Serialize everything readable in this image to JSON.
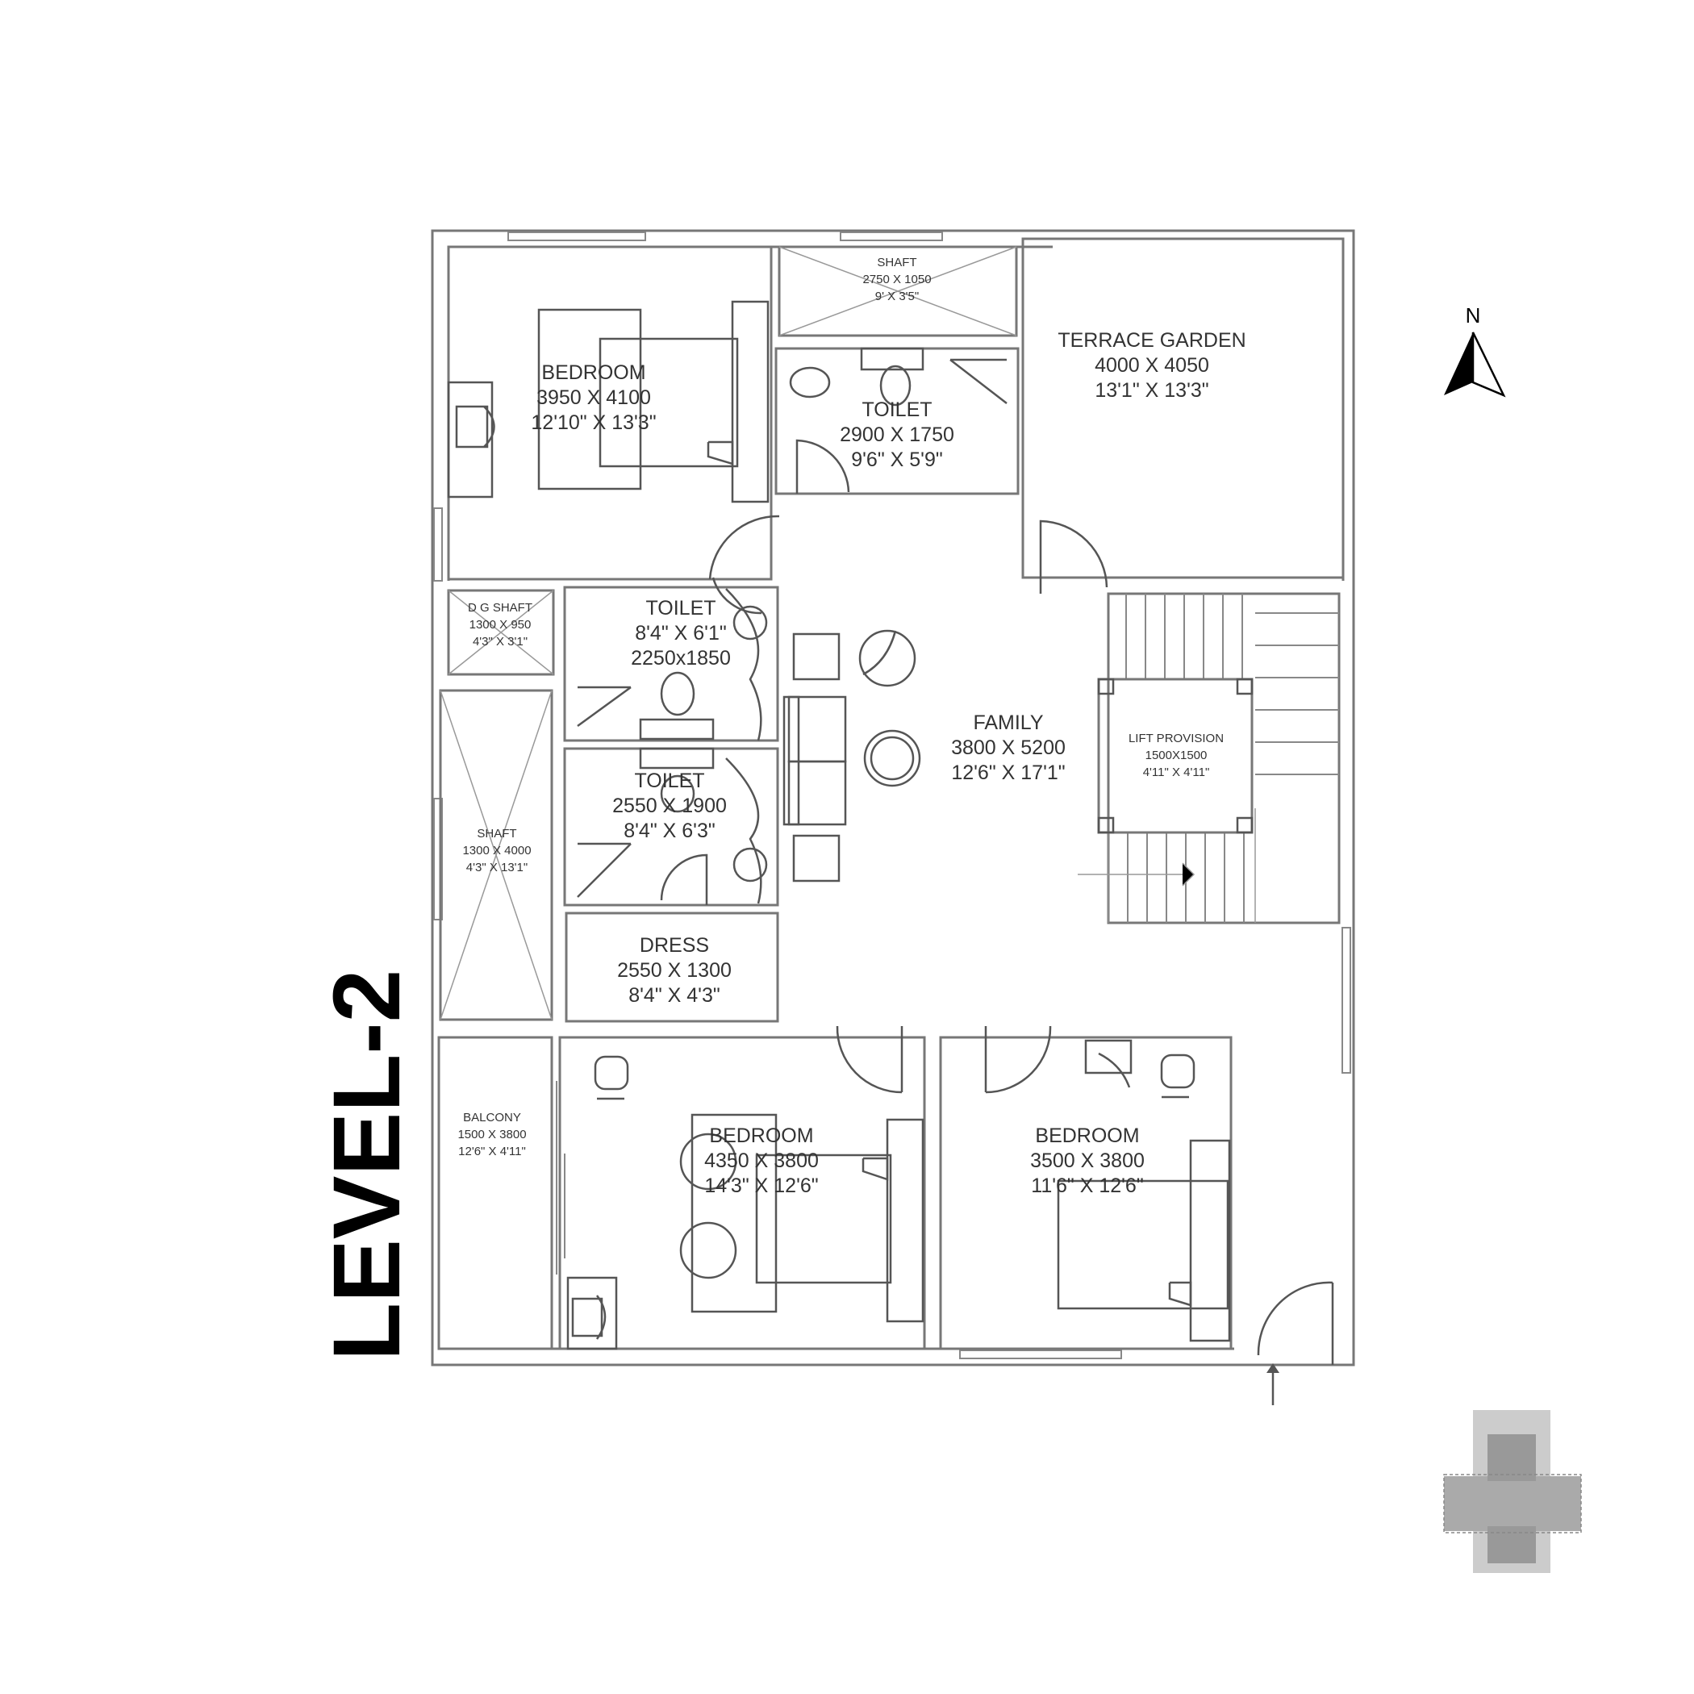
{
  "title": "LEVEL-2",
  "north_label": "N",
  "rooms": {
    "bedroom_nw": [
      "BEDROOM",
      "3950 X 4100",
      "12'10\" X 13'3\""
    ],
    "shaft_top": [
      "SHAFT",
      "2750 X 1050",
      "9' X 3'5\""
    ],
    "toilet_top": [
      "TOILET",
      "2900 X 1750",
      "9'6\" X 5'9\""
    ],
    "terrace": [
      "TERRACE GARDEN",
      "4000 X 4050",
      "13'1\" X 13'3\""
    ],
    "dg_shaft": [
      "D G SHAFT",
      "1300 X 950",
      "4'3\" X 3'1\""
    ],
    "toilet_mid1": [
      "TOILET",
      "8'4\" X 6'1\"",
      "2250x1850"
    ],
    "toilet_mid2": [
      "TOILET",
      "2550 X 1900",
      "8'4\" X 6'3\""
    ],
    "shaft_left": [
      "SHAFT",
      "1300 X 4000",
      "4'3\" X 13'1\""
    ],
    "dress": [
      "DRESS",
      "2550 X 1300",
      "8'4\" X 4'3\""
    ],
    "family": [
      "FAMILY",
      "3800 X 5200",
      "12'6\" X 17'1\""
    ],
    "lift": [
      "LIFT PROVISION",
      "1500X1500",
      "4'11\" X 4'11\""
    ],
    "balcony": [
      "BALCONY",
      "1500 X 3800",
      "12'6\" X 4'11\""
    ],
    "bedroom_sw": [
      "BEDROOM",
      "4350 X 3800",
      "14'3\" X 12'6\""
    ],
    "bedroom_se": [
      "BEDROOM",
      "3500 X 3800",
      "11'6\" X 12'6\""
    ]
  }
}
